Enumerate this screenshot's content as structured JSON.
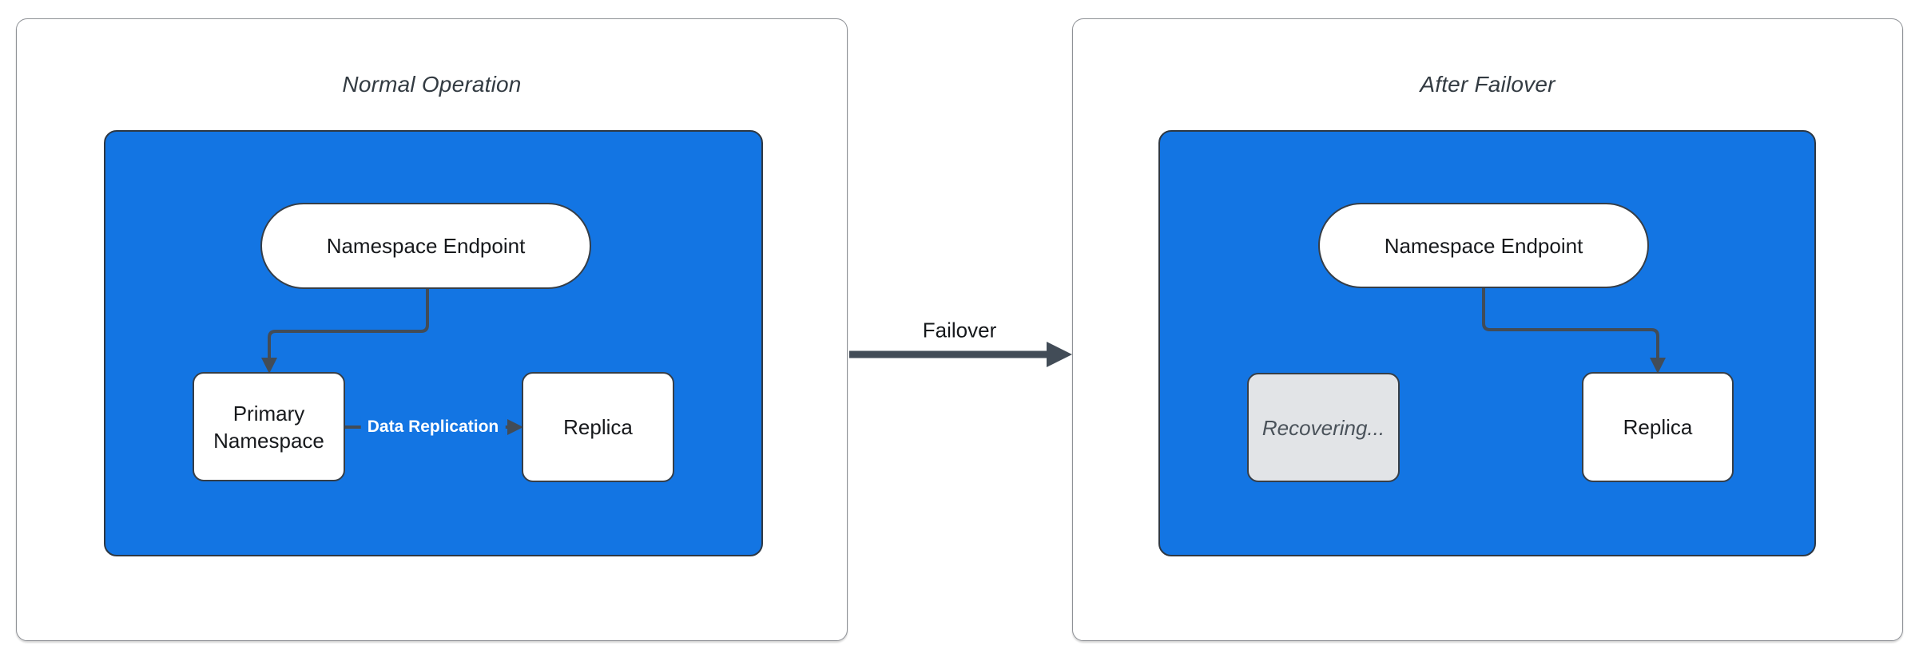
{
  "diagram": {
    "panels": [
      {
        "title": "Normal Operation",
        "nodes": {
          "endpoint": "Namespace Endpoint",
          "primary": "Primary Namespace",
          "replica": "Replica"
        },
        "edges": {
          "replication_label": "Data Replication"
        }
      },
      {
        "title": "After Failover",
        "nodes": {
          "endpoint": "Namespace Endpoint",
          "recovering": "Recovering...",
          "replica": "Replica"
        }
      }
    ],
    "transition": {
      "label": "Failover"
    },
    "colors": {
      "container_blue": "#1375E3",
      "container_border": "#2E3843",
      "node_white": "#FFFFFF",
      "node_border": "#363E47",
      "node_text": "#17191C",
      "recovering_gray": "#E2E4E7",
      "recovering_text": "#4A525A",
      "edge_dark": "#424C57",
      "panel_border": "#8E9196",
      "title_text": "#333B42",
      "failover_text": "#15181B",
      "replication_text": "#FFFFFF"
    }
  }
}
